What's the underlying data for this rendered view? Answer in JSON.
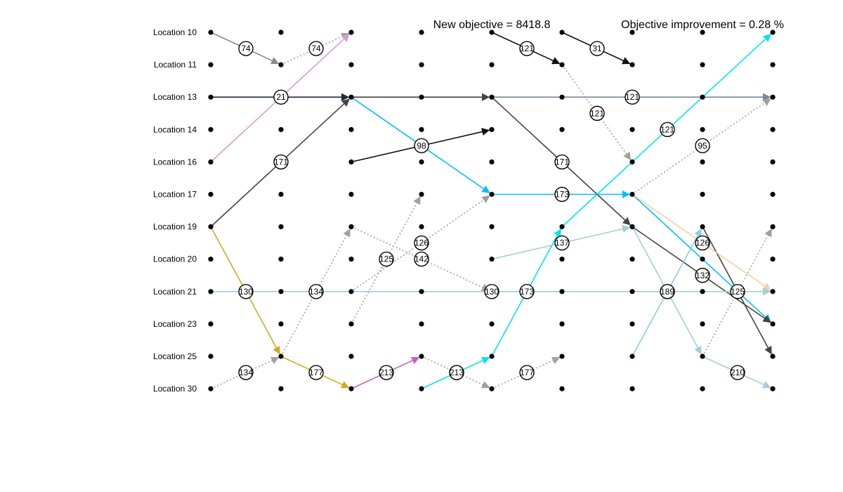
{
  "header": {
    "new_objective": "New objective = 8418.8",
    "objective_improvement": "Objective improvement = 0.28 %"
  },
  "locations": [
    "Location 10",
    "Location 11",
    "Location 13",
    "Location 14",
    "Location 16",
    "Location 17",
    "Location 19",
    "Location 20",
    "Location 21",
    "Location 23",
    "Location 25",
    "Location 30"
  ],
  "time_steps": 9,
  "routes": [
    {
      "color": "#8c8c86",
      "style": "solid",
      "from": [
        0,
        "Location 10"
      ],
      "to": [
        1,
        "Location 11"
      ],
      "label": "74"
    },
    {
      "color": "#a0a0a0",
      "style": "dotted",
      "from": [
        1,
        "Location 11"
      ],
      "to": [
        2,
        "Location 10"
      ],
      "label": "74"
    },
    {
      "color": "#da9ada",
      "style": "solid",
      "from": [
        0,
        "Location 16"
      ],
      "to": [
        2,
        "Location 10"
      ],
      "label": ""
    },
    {
      "color": "#1e2a3a",
      "style": "solid",
      "from": [
        0,
        "Location 13"
      ],
      "to": [
        2,
        "Location 13"
      ],
      "label": "21"
    },
    {
      "color": "#444444",
      "style": "solid",
      "from": [
        2,
        "Location 13"
      ],
      "to": [
        4,
        "Location 13"
      ],
      "label": ""
    },
    {
      "color": "#778899",
      "style": "solid",
      "from": [
        4,
        "Location 13"
      ],
      "to": [
        8,
        "Location 13"
      ],
      "label": "121"
    },
    {
      "color": "#444444",
      "style": "solid",
      "from": [
        0,
        "Location 19"
      ],
      "to": [
        2,
        "Location 13"
      ],
      "label": "171"
    },
    {
      "color": "#111111",
      "style": "solid",
      "from": [
        2,
        "Location 16"
      ],
      "to": [
        4,
        "Location 14"
      ],
      "label": "98"
    },
    {
      "color": "#111111",
      "style": "solid",
      "from": [
        4,
        "Location 10"
      ],
      "to": [
        5,
        "Location 11"
      ],
      "label": "121"
    },
    {
      "color": "#111111",
      "style": "solid",
      "from": [
        5,
        "Location 10"
      ],
      "to": [
        6,
        "Location 11"
      ],
      "label": "31"
    },
    {
      "color": "#a0a0a0",
      "style": "dotted",
      "from": [
        5,
        "Location 11"
      ],
      "to": [
        6,
        "Location 16"
      ],
      "label": "121"
    },
    {
      "color": "#a0a0a0",
      "style": "dotted",
      "from": [
        6,
        "Location 17"
      ],
      "to": [
        8,
        "Location 13"
      ],
      "label": "95"
    },
    {
      "color": "#00bfff",
      "style": "solid",
      "from": [
        2,
        "Location 13"
      ],
      "to": [
        4,
        "Location 17"
      ],
      "label": ""
    },
    {
      "color": "#00bfff",
      "style": "solid",
      "from": [
        4,
        "Location 17"
      ],
      "to": [
        6,
        "Location 17"
      ],
      "label": "173"
    },
    {
      "color": "#00bfff",
      "style": "solid",
      "from": [
        6,
        "Location 17"
      ],
      "to": [
        8,
        "Location 23"
      ],
      "label": ""
    },
    {
      "color": "#444444",
      "style": "solid",
      "from": [
        4,
        "Location 13"
      ],
      "to": [
        6,
        "Location 19"
      ],
      "label": "171"
    },
    {
      "color": "#444444",
      "style": "solid",
      "from": [
        6,
        "Location 19"
      ],
      "to": [
        8,
        "Location 23"
      ],
      "label": "132"
    },
    {
      "color": "#444444",
      "style": "solid",
      "from": [
        7,
        "Location 19"
      ],
      "to": [
        8,
        "Location 25"
      ],
      "label": ""
    },
    {
      "color": "#f5cf9f",
      "style": "solid",
      "from": [
        6,
        "Location 17"
      ],
      "to": [
        8,
        "Location 21"
      ],
      "label": "126"
    },
    {
      "color": "#00e5ee",
      "style": "solid",
      "from": [
        5,
        "Location 19"
      ],
      "to": [
        8,
        "Location 10"
      ],
      "label": "121"
    },
    {
      "color": "#00e5ee",
      "style": "solid",
      "from": [
        3,
        "Location 30"
      ],
      "to": [
        4,
        "Location 25"
      ],
      "label": "213"
    },
    {
      "color": "#00e5ee",
      "style": "solid",
      "from": [
        4,
        "Location 25"
      ],
      "to": [
        5,
        "Location 19"
      ],
      "label": "173"
    },
    {
      "color": "#9fcfd9",
      "style": "solid",
      "from": [
        0,
        "Location 21"
      ],
      "to": [
        8,
        "Location 21"
      ],
      "label": "130"
    },
    {
      "color": "#9fcfd9",
      "style": "solid",
      "from": [
        4,
        "Location 20"
      ],
      "to": [
        6,
        "Location 19"
      ],
      "label": "137"
    },
    {
      "color": "#9fcfd9",
      "style": "solid",
      "from": [
        6,
        "Location 19"
      ],
      "to": [
        7,
        "Location 25"
      ],
      "label": "189"
    },
    {
      "color": "#9fcfd9",
      "style": "solid",
      "from": [
        7,
        "Location 25"
      ],
      "to": [
        8,
        "Location 30"
      ],
      "label": "210"
    },
    {
      "color": "#87ceeb",
      "style": "solid",
      "from": [
        6,
        "Location 25"
      ],
      "to": [
        7,
        "Location 19"
      ],
      "label": "189"
    },
    {
      "color": "#a0a0a0",
      "style": "dotted",
      "from": [
        7,
        "Location 25"
      ],
      "to": [
        8,
        "Location 19"
      ],
      "label": "125"
    },
    {
      "color": "#d4aa1a",
      "style": "solid",
      "from": [
        0,
        "Location 19"
      ],
      "to": [
        1,
        "Location 25"
      ],
      "label": "130"
    },
    {
      "color": "#d4aa1a",
      "style": "solid",
      "from": [
        1,
        "Location 25"
      ],
      "to": [
        2,
        "Location 30"
      ],
      "label": "177"
    },
    {
      "color": "#c65fc6",
      "style": "solid",
      "from": [
        2,
        "Location 30"
      ],
      "to": [
        3,
        "Location 25"
      ],
      "label": "213"
    },
    {
      "color": "#a0a0a0",
      "style": "dotted",
      "from": [
        0,
        "Location 30"
      ],
      "to": [
        1,
        "Location 25"
      ],
      "label": "134"
    },
    {
      "color": "#a0a0a0",
      "style": "dotted",
      "from": [
        1,
        "Location 25"
      ],
      "to": [
        2,
        "Location 19"
      ],
      "label": "134"
    },
    {
      "color": "#a0a0a0",
      "style": "dotted",
      "from": [
        2,
        "Location 19"
      ],
      "to": [
        4,
        "Location 21"
      ],
      "label": "142"
    },
    {
      "color": "#a0a0a0",
      "style": "dotted",
      "from": [
        2,
        "Location 23"
      ],
      "to": [
        3,
        "Location 17"
      ],
      "label": "125"
    },
    {
      "color": "#a0a0a0",
      "style": "dotted",
      "from": [
        2,
        "Location 21"
      ],
      "to": [
        4,
        "Location 17"
      ],
      "label": "126"
    },
    {
      "color": "#a0a0a0",
      "style": "dotted",
      "from": [
        3,
        "Location 25"
      ],
      "to": [
        4,
        "Location 30"
      ],
      "label": "213"
    },
    {
      "color": "#a0a0a0",
      "style": "dotted",
      "from": [
        4,
        "Location 30"
      ],
      "to": [
        5,
        "Location 25"
      ],
      "label": "177"
    }
  ]
}
